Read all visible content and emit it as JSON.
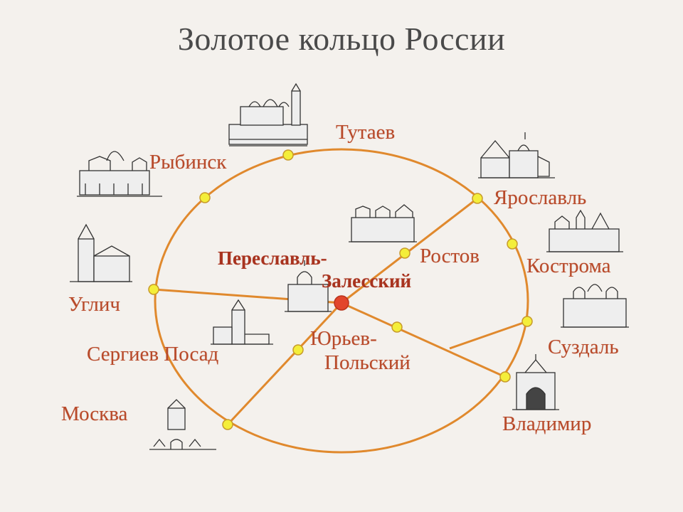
{
  "title": "Золотое кольцо России",
  "colors": {
    "ring": "#e0892d",
    "node": "#f4ee3a",
    "node_stroke": "#c79a2a",
    "hub": "#e2452b",
    "label": "#b84a2a",
    "sketch": "#333333"
  },
  "cities": {
    "tutaev": "Тутаев",
    "rybinsk": "Рыбинск",
    "yaroslavl": "Ярославль",
    "kostroma": "Кострома",
    "rostov": "Ростов",
    "pereslavl_1": "Переславль-",
    "pereslavl_2": "Залесский",
    "uglich": "Углич",
    "yuryev_1": "Юрьев-",
    "yuryev_2": "Польский",
    "sergiev_posad": "Сергиев Посад",
    "suzdal": "Суздаль",
    "moskva": "Москва",
    "vladimir": "Владимир"
  }
}
